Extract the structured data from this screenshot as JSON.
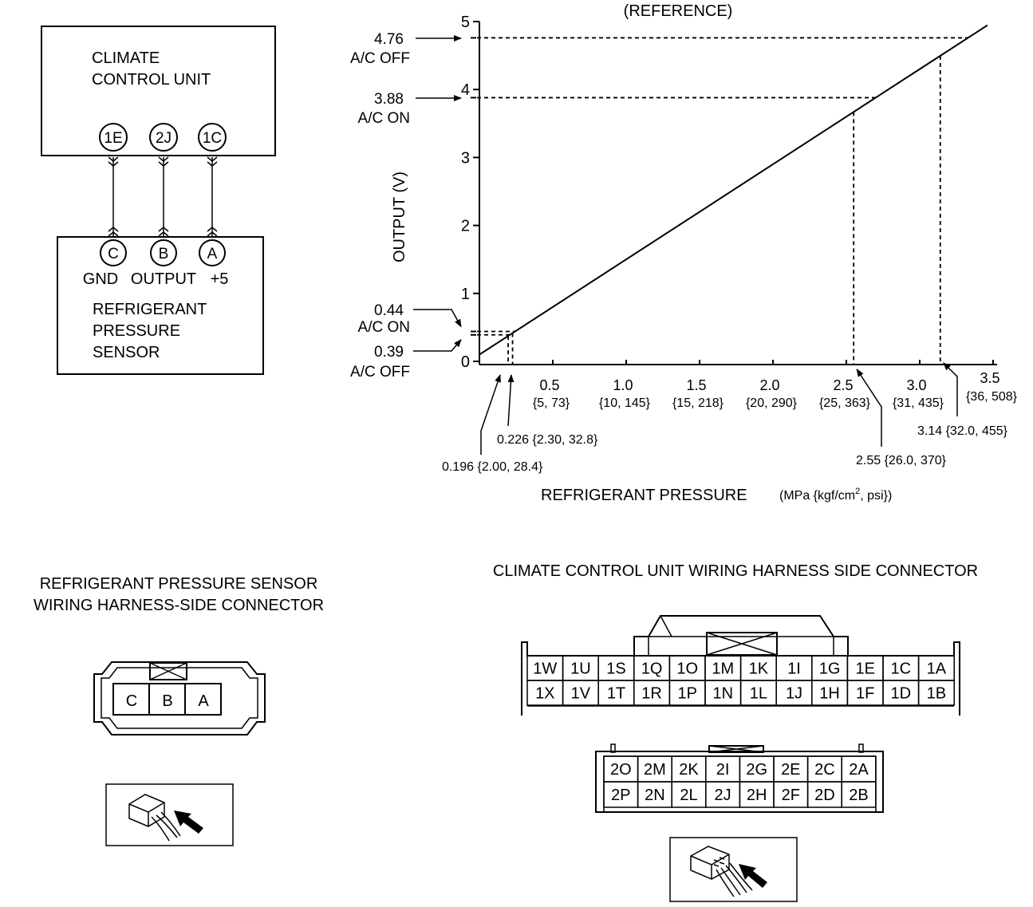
{
  "wiring": {
    "unit_label_1": "CLIMATE",
    "unit_label_2": "CONTROL UNIT",
    "unit_terminals": [
      "1E",
      "2J",
      "1C"
    ],
    "sensor_terminals": [
      "C",
      "B",
      "A"
    ],
    "terminal_labels": [
      "GND",
      "OUTPUT",
      "+5"
    ],
    "sensor_label_1": "REFRIGERANT",
    "sensor_label_2": "PRESSURE",
    "sensor_label_3": "SENSOR"
  },
  "chart_data": {
    "type": "line",
    "title": "(REFERENCE)",
    "xlabel": "REFRIGERANT PRESSURE",
    "xunit_main": "(MPa {kgf/cm",
    "xunit_sup": "2",
    "xunit_tail": ", psi})",
    "ylabel": "OUTPUT (V)",
    "xlim": [
      0,
      3.5
    ],
    "ylim": [
      0,
      5
    ],
    "x_ticks": [
      {
        "value": 0.5,
        "label": "0.5",
        "sub": "{5, 73}"
      },
      {
        "value": 1.0,
        "label": "1.0",
        "sub": "{10, 145}"
      },
      {
        "value": 1.5,
        "label": "1.5",
        "sub": "{15, 218}"
      },
      {
        "value": 2.0,
        "label": "2.0",
        "sub": "{20, 290}"
      },
      {
        "value": 2.5,
        "label": "2.5",
        "sub": "{25, 363}"
      },
      {
        "value": 3.0,
        "label": "3.0",
        "sub": "{31, 435}"
      },
      {
        "value": 3.5,
        "label": "3.5",
        "sub": "{36, 508}"
      }
    ],
    "y_ticks": [
      {
        "value": 0,
        "label": "0"
      },
      {
        "value": 1,
        "label": "1"
      },
      {
        "value": 2,
        "label": "2"
      },
      {
        "value": 3,
        "label": "3"
      },
      {
        "value": 4,
        "label": "4"
      },
      {
        "value": 5,
        "label": "5"
      }
    ],
    "series": [
      {
        "points": [
          [
            0,
            0.1
          ],
          [
            3.5,
            5.0
          ]
        ]
      }
    ],
    "y_annotations": [
      {
        "value": 4.76,
        "text": "4.76",
        "state": "A/C OFF"
      },
      {
        "value": 3.88,
        "text": "3.88",
        "state": "A/C ON"
      },
      {
        "value": 0.44,
        "text": "0.44",
        "state": "A/C ON"
      },
      {
        "value": 0.39,
        "text": "0.39",
        "state": "A/C OFF"
      }
    ],
    "x_annotations": [
      {
        "value": 0.196,
        "text": "0.196 {2.00, 28.4}"
      },
      {
        "value": 0.226,
        "text": "0.226 {2.30, 32.8}"
      },
      {
        "value": 2.55,
        "text": "2.55 {26.0, 370}"
      },
      {
        "value": 3.14,
        "text": "3.14 {32.0, 455}"
      }
    ]
  },
  "sensor_connector": {
    "title_1": "REFRIGERANT PRESSURE SENSOR",
    "title_2": "WIRING HARNESS-SIDE CONNECTOR",
    "pins": [
      "C",
      "B",
      "A"
    ]
  },
  "unit_connector": {
    "title": "CLIMATE CONTROL UNIT WIRING HARNESS SIDE CONNECTOR",
    "row1": [
      "1W",
      "1U",
      "1S",
      "1Q",
      "1O",
      "1M",
      "1K",
      "1I",
      "1G",
      "1E",
      "1C",
      "1A"
    ],
    "row2": [
      "1X",
      "1V",
      "1T",
      "1R",
      "1P",
      "1N",
      "1L",
      "1J",
      "1H",
      "1F",
      "1D",
      "1B"
    ],
    "row3": [
      "2O",
      "2M",
      "2K",
      "2I",
      "2G",
      "2E",
      "2C",
      "2A"
    ],
    "row4": [
      "2P",
      "2N",
      "2L",
      "2J",
      "2H",
      "2F",
      "2D",
      "2B"
    ]
  }
}
